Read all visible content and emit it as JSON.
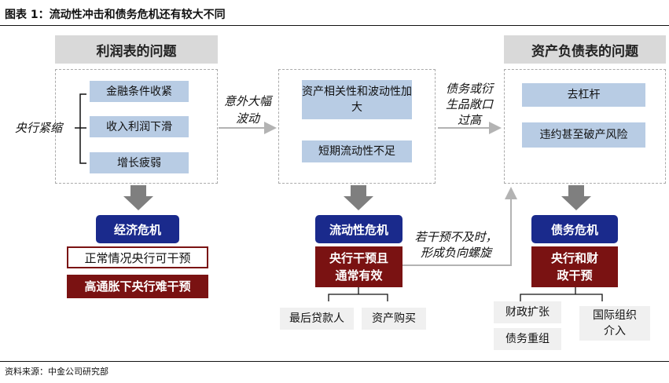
{
  "title": "图表 1：流动性冲击和债务危机还有较大不同",
  "source": "资料来源：中金公司研究部",
  "colors": {
    "navy": "#1a2a8c",
    "dark_red": "#7a1212",
    "light_blue": "#b8cce4",
    "header_gray": "#d9d9d9"
  },
  "left": {
    "header": "利润表的问题",
    "items": [
      "金融条件收紧",
      "收入利润下滑",
      "增长疲弱"
    ],
    "trigger": "央行紧缩",
    "crisis": "经济危机",
    "outcome_normal": "正常情况央行可干预",
    "outcome_hard": "高通胀下央行难干预"
  },
  "arrow1_label": [
    "意外大幅",
    "波动"
  ],
  "middle": {
    "items": [
      "资产相关性和波动性加大",
      "短期流动性不足"
    ],
    "crisis": "流动性危机",
    "intervention": [
      "央行干预且",
      "通常有效"
    ],
    "tools": [
      "最后贷款人",
      "资产购买"
    ]
  },
  "arrow2_label": [
    "债务或衍",
    "生品敞口",
    "过高"
  ],
  "arrow3_label": [
    "若干预不及时，",
    "形成负向螺旋"
  ],
  "right": {
    "header": "资产负债表的问题",
    "items": [
      "去杠杆",
      "违约甚至破产风险"
    ],
    "crisis": "债务危机",
    "intervention": [
      "央行和财",
      "政干预"
    ],
    "tools": [
      "财政扩张",
      "债务重组"
    ],
    "intl": [
      "国际组织",
      "介入"
    ]
  }
}
